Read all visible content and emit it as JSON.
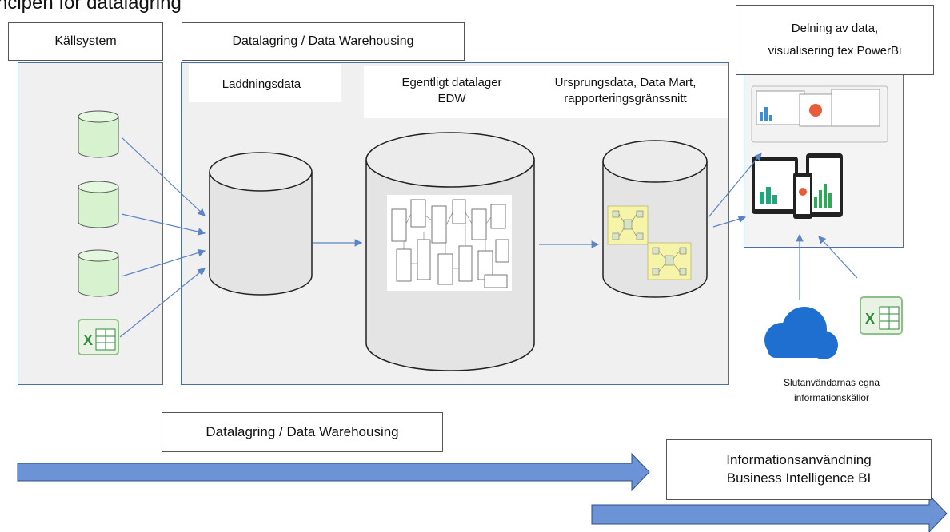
{
  "page_title": "ncipen för datalagring",
  "headers": {
    "source_systems": "Källsystem",
    "warehousing": "Datalagring / Data Warehousing",
    "sharing_line1": "Delning av data,",
    "sharing_line2": "visualisering tex PowerBi"
  },
  "stages": {
    "staging": "Laddningsdata",
    "edw_line1": "Egentligt datalager",
    "edw_line2": "EDW",
    "mart_line1": "Ursprungsdata, Data Mart,",
    "mart_line2": "rapporteringsgränssnitt"
  },
  "end_user_sources": {
    "line1": "Slutanvändarnas egna",
    "line2": "informationskällor"
  },
  "arrows": {
    "warehousing_label": "Datalagring / Data Warehousing",
    "bi_line1": "Informationsanvändning",
    "bi_line2": "Business Intelligence BI"
  },
  "colors": {
    "source_db_fill": "#d6f2cf",
    "cylinder_fill": "#e4e4e4",
    "flow_arrow": "#6b93d6",
    "connector": "#5b84c4",
    "cloud": "#1f6fd1",
    "excel": "#2e8b3a"
  },
  "icons": [
    "database-icon",
    "excel-icon",
    "cloud-icon",
    "device-screens-icon"
  ]
}
